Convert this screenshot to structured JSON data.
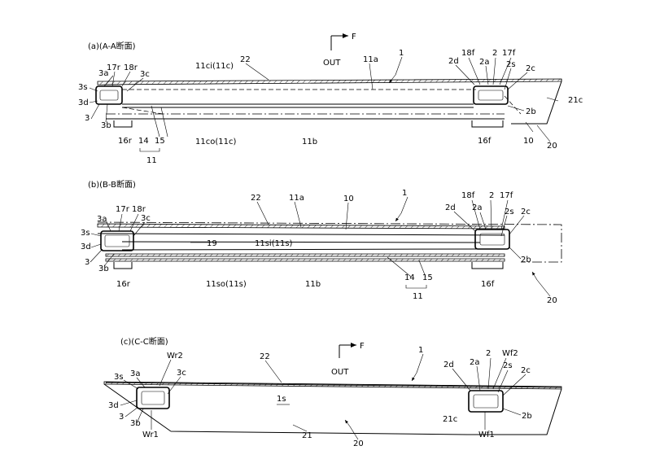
{
  "sections": {
    "a": {
      "title": "(a)(A-A断面)",
      "labels": {
        "l3s": "3s",
        "l3a": "3a",
        "l17r": "17r",
        "l18r": "18r",
        "l3c": "3c",
        "l3d": "3d",
        "l3": "3",
        "l3b": "3b",
        "l16r": "16r",
        "l14": "14",
        "l15": "15",
        "l11": "11",
        "l11ci": "11ci(11c)",
        "l22": "22",
        "l11a": "11a",
        "l1": "1",
        "l11co": "11co(11c)",
        "l11b": "11b",
        "l2d": "2d",
        "l18f": "18f",
        "l2a": "2a",
        "l2": "2",
        "l17f": "17f",
        "l2s": "2s",
        "l2c": "2c",
        "l21c": "21c",
        "l2b": "2b",
        "l16f": "16f",
        "l10": "10",
        "l20": "20",
        "out": "OUT",
        "f": "F"
      }
    },
    "b": {
      "title": "(b)(B-B断面)",
      "labels": {
        "l3a": "3a",
        "l17r": "17r",
        "l18r": "18r",
        "l3c": "3c",
        "l3s": "3s",
        "l3d": "3d",
        "l3": "3",
        "l3b": "3b",
        "l16r": "16r",
        "l22": "22",
        "l11a": "11a",
        "l10": "10",
        "l1": "1",
        "l19": "19",
        "l11si": "11si(11s)",
        "l11so": "11so(11s)",
        "l11b": "11b",
        "l14": "14",
        "l15": "15",
        "l11": "11",
        "l18f": "18f",
        "l2": "2",
        "l17f": "17f",
        "l2d": "2d",
        "l2a": "2a",
        "l2s": "2s",
        "l2c": "2c",
        "l2b": "2b",
        "l16f": "16f",
        "l20": "20"
      }
    },
    "c": {
      "title": "(c)(C-C断面)",
      "labels": {
        "l3s": "3s",
        "l3a": "3a",
        "lwr2": "Wr2",
        "l3c": "3c",
        "l3d": "3d",
        "l3": "3",
        "l3b": "3b",
        "lwr1": "Wr1",
        "l22": "22",
        "l1s": "1s",
        "l21": "21",
        "l20": "20",
        "l1": "1",
        "l2d": "2d",
        "l2a": "2a",
        "l2": "2",
        "lwf2": "Wf2",
        "l2s": "2s",
        "l2c": "2c",
        "l2b": "2b",
        "l21c": "21c",
        "lwf1": "Wf1",
        "out": "OUT",
        "f": "F"
      }
    }
  }
}
